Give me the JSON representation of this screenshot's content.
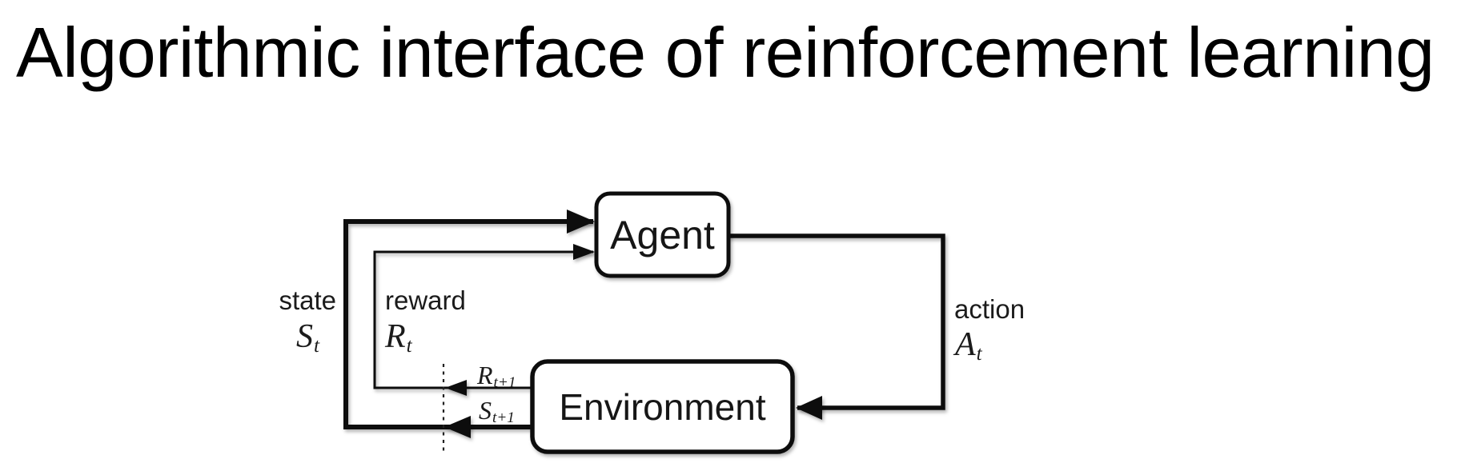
{
  "title": "Algorithmic interface of reinforcement learning",
  "diagram": {
    "agent_box_label": "Agent",
    "environment_box_label": "Environment",
    "state_label": {
      "word": "state",
      "symbol": "S",
      "subscript": "t"
    },
    "reward_label": {
      "word": "reward",
      "symbol": "R",
      "subscript": "t"
    },
    "action_label": {
      "word": "action",
      "symbol": "A",
      "subscript": "t"
    },
    "next_reward_label": {
      "symbol": "R",
      "subscript": "t+1"
    },
    "next_state_label": {
      "symbol": "S",
      "subscript": "t+1"
    },
    "colors": {
      "ink": "#0f0f0f",
      "background": "#ffffff"
    }
  }
}
